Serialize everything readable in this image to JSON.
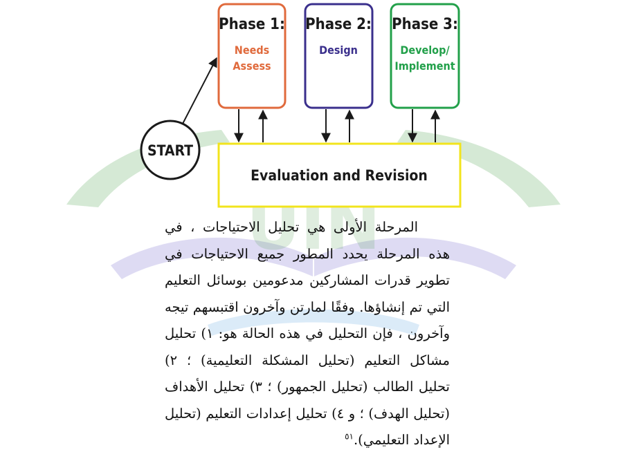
{
  "watermark": {
    "text": "UIN",
    "colors": {
      "green": "#2e8f2e",
      "purple": "#6a5bc7",
      "blue": "#3a8fd6"
    }
  },
  "diagram": {
    "phases": [
      {
        "title": "Phase 1:",
        "line1": "Needs",
        "line2": "Assess",
        "border": "#e06a3c",
        "text_color": "#e06a3c"
      },
      {
        "title": "Phase 2:",
        "line1": "Design",
        "line2": "",
        "border": "#3a2f8c",
        "text_color": "#3a2f8c"
      },
      {
        "title": "Phase 3:",
        "line1": "Develop/",
        "line2": "Implement",
        "border": "#22a04a",
        "text_color": "#22a04a"
      }
    ],
    "start_label": "START",
    "evaluation_label": "Evaluation and Revision",
    "evaluation_border": "#f2e41c"
  },
  "body": {
    "paragraph": "المرحلة الأولى هي تحليل الاحتياجات ، في هذه المرحلة يحدد المطور جميع الاحتياجات في تطوير قدرات المشاركين مدعومين بوسائل التعليم التي تم إنشاؤها. وفقًا لمارتن وآخرون اقتبسهم تيجه وآخرون ، فإن التحليل في هذه الحالة هو: ١) تحليل مشاكل التعليم (تحليل المشكلة التعليمية) ؛ ٢) تحليل الطالب (تحليل الجمهور) ؛ ٣) تحليل الأهداف (تحليل الهدف) ؛ و ٤) تحليل إعدادات التعليم (تحليل الإعداد التعليمي).",
    "footnote": "٥١"
  }
}
